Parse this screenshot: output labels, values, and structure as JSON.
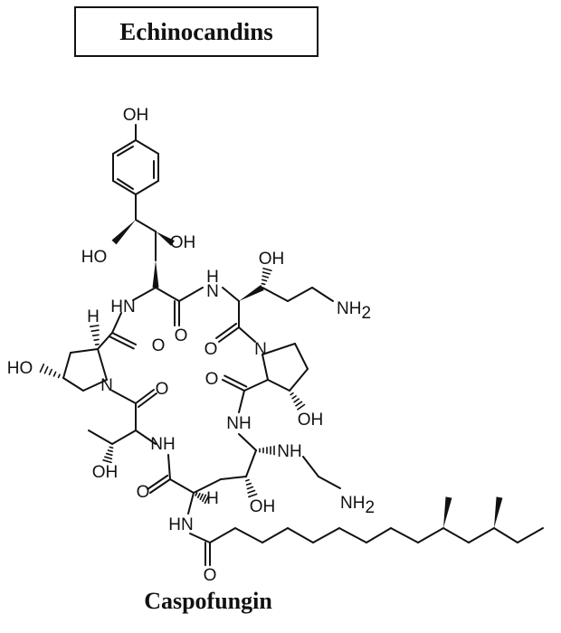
{
  "header": {
    "title": "Echinocandins"
  },
  "compound": {
    "name": "Caspofungin"
  },
  "atom_labels": {
    "oh": "OH",
    "ho": "HO",
    "nh": "NH",
    "hn": "HN",
    "n": "N",
    "o": "O",
    "h": "H",
    "nh2_main": "NH",
    "nh2_sub": "2"
  },
  "colors": {
    "ink": "#111111",
    "background": "#ffffff"
  }
}
